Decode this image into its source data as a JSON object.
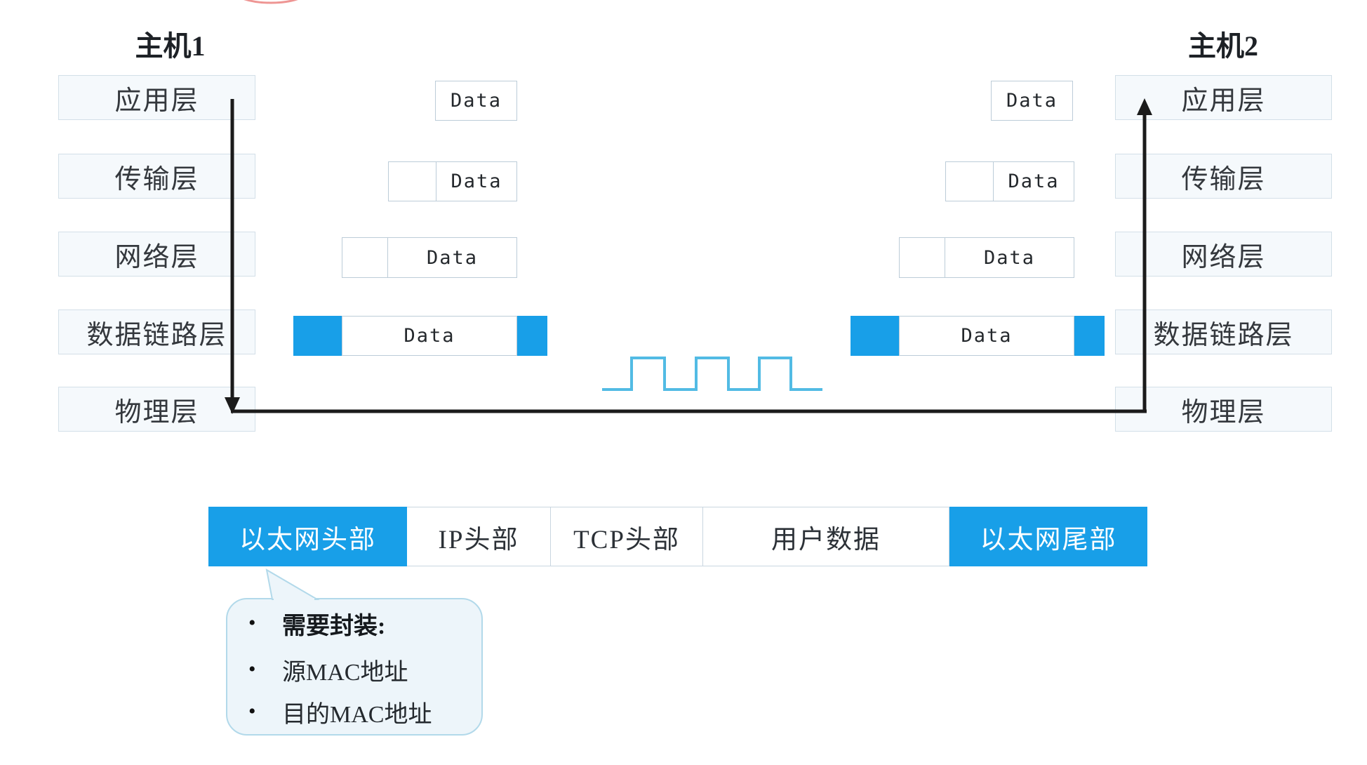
{
  "hosts": {
    "host1": "主机1",
    "host2": "主机2"
  },
  "layers": [
    "应用层",
    "传输层",
    "网络层",
    "数据链路层",
    "物理层"
  ],
  "data_label": "Data",
  "frame_bar": {
    "segments": [
      {
        "label": "以太网头部",
        "style": "ethernet-blue"
      },
      {
        "label": "IP头部",
        "style": "plain"
      },
      {
        "label": "TCP头部",
        "style": "plain"
      },
      {
        "label": "用户数据",
        "style": "plain"
      },
      {
        "label": "以太网尾部",
        "style": "ethernet-blue"
      }
    ]
  },
  "callout": {
    "items": [
      {
        "text": "需要封装:",
        "bold": true
      },
      {
        "text": "源MAC地址",
        "bold": false
      },
      {
        "text": "目的MAC地址",
        "bold": false
      }
    ]
  },
  "colors": {
    "accent_blue": "#189fe8",
    "wave_blue": "#52bbe4",
    "arrow_black": "#1b1b1b",
    "red_annotation": "#e8716f"
  }
}
